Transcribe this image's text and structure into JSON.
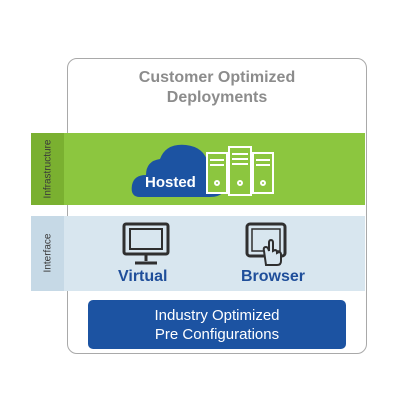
{
  "title": {
    "line1": "Customer Optimized",
    "line2": "Deployments"
  },
  "layers": {
    "infrastructure": {
      "label": "Infrastructure",
      "color": "#8cc63f",
      "items": [
        {
          "label": "Hosted",
          "icon": "cloud-icon"
        },
        {
          "label": "",
          "icon": "server-rack-icon"
        }
      ]
    },
    "interface": {
      "label": "Interface",
      "color": "#d8e6ef",
      "items": [
        {
          "label": "Virtual",
          "icon": "monitor-icon"
        },
        {
          "label": "Browser",
          "icon": "touch-tablet-icon"
        }
      ]
    }
  },
  "banner": {
    "line1": "Industry Optimized",
    "line2": "Pre Configurations",
    "color": "#1c53a2"
  }
}
